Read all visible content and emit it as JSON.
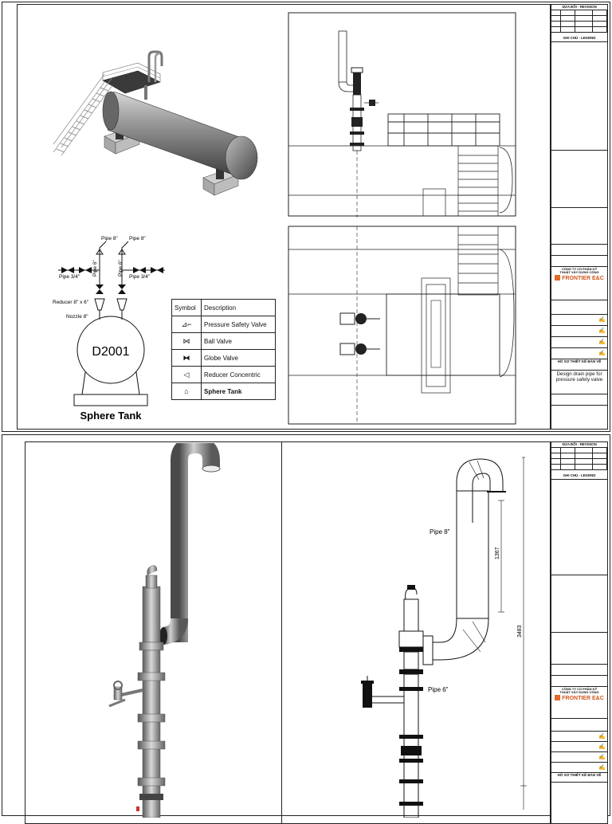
{
  "diagram": {
    "tank_id": "D2001",
    "tank_caption": "Sphere Tank",
    "schematic_labels": {
      "pipe8_left": "Pipe 8\"",
      "pipe8_right": "Pipe 8\"",
      "pipe6_left": "Pipe 6\"",
      "pipe6_right": "Pipe 6\"",
      "pipe34_left": "Pipe 3/4\"",
      "pipe34_right": "Pipe 3/4\"",
      "reducer": "Reducer 8\" x 6\"",
      "nozzle": "Nozzle 8\""
    }
  },
  "legend": {
    "header_symbol": "Symbol",
    "header_description": "Description",
    "rows": [
      {
        "icon": "pressure-safety-valve-icon",
        "description": "Pressure Safety Valve"
      },
      {
        "icon": "ball-valve-icon",
        "description": "Ball Valve"
      },
      {
        "icon": "globe-valve-icon",
        "description": "Globe Valve"
      },
      {
        "icon": "reducer-concentric-icon",
        "description": "Reducer Concentric"
      },
      {
        "icon": "sphere-tank-icon",
        "description": "Sphere Tank"
      }
    ]
  },
  "detail": {
    "pipe8": "Pipe 8\"",
    "pipe6": "Pipe 6\"",
    "dim_short": "1367",
    "dim_long": "3483"
  },
  "title_block": {
    "revision": "SỬA ĐỔI - REVISION",
    "notes_header": "GHI CHÚ - LEGEND",
    "company_line1": "CÔNG TY CỔ PHẦN KỸ",
    "company_line2": "THUẬT XÂY DỰNG CÔNG",
    "company_logo": "FRONTIER E&C",
    "design_phase": "HỒ SƠ THIẾT KẾ BẢN VẼ",
    "drawing_title": "Design drain pipe for pressure safety valve"
  }
}
